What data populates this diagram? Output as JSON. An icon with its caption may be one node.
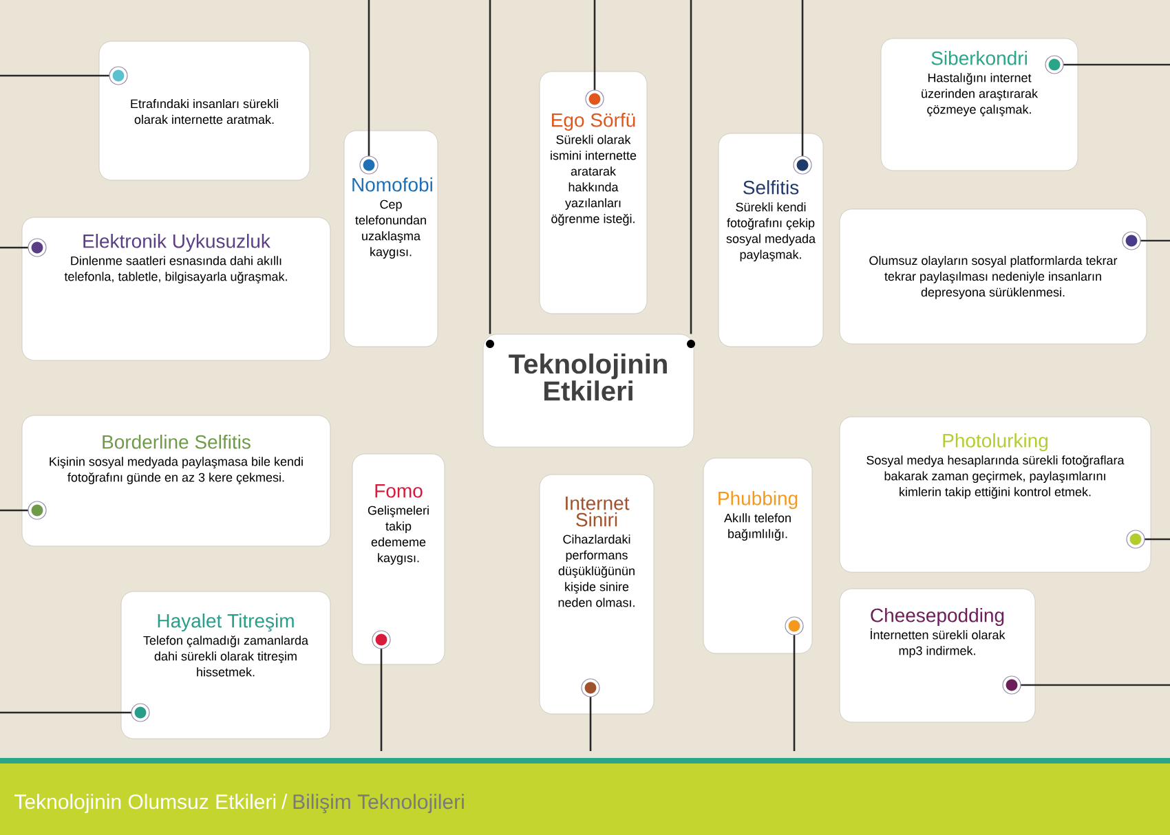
{
  "diagram": {
    "nodes": [
      {
        "text": [
          "Etrafındaki insanları sürekli olarak internette aratmak."
        ]
      },
      {
        "text": [
          "Nomofobi",
          "Cep telefonundan uzaklaşma kaygısı."
        ]
      },
      {
        "text": [
          "Ego Sörfü",
          "Sürekli olarak ismini internette aratarak hakkında yazılanları öğrenme isteği."
        ]
      },
      {
        "text": [
          "Selfitis",
          "Sürekli kendi fotoğrafını çekip sosyal medyada paylaşmak."
        ]
      },
      {
        "text": [
          "Siberkondri",
          "Hastalığını internet üzerinden araştırarak çözmeye çalışmak."
        ]
      },
      {
        "text": [
          "Elektronik Uykusuzluk",
          "Dinlenme saatleri esnasında dahi akıllı telefonla, tabletle, bilgisayarla uğraşmak."
        ]
      },
      {
        "text": [
          "Olumsuz olayların sosyal platformlarda tekrar tekrar paylaşılması nedeniyle insanların depresyona sürüklenmesi."
        ]
      },
      {
        "text": [
          "Teknolojinin Etkileri"
        ]
      },
      {
        "text": [
          "Borderline Selfitis",
          "Kişinin sosyal medyada paylaşmasa bile kendi fotoğrafını günde en az 3 kere çekmesi."
        ]
      },
      {
        "text": [
          "Fomo",
          "Gelişmeleri takip edememe kaygısı."
        ]
      },
      {
        "text": [
          "Internet Siniri",
          "Cihazlardaki performans düşüklüğünün kişide sinire neden olması."
        ]
      },
      {
        "text": [
          "Phubbing",
          "Akıllı telefon bağımlılığı."
        ]
      },
      {
        "text": [
          "Photolurking",
          "Sosyal medya hesaplarında sürekli fotoğraflara bakarak zaman geçirmek, paylaşımlarını kimlerin takip ettiğini kontrol etmek."
        ]
      },
      {
        "text": [
          "Hayalet Titreşim",
          "Telefon çalmadığı zamanlarda dahi sürekli olarak titreşim hissetmek."
        ]
      },
      {
        "text": [
          "Cheesepodding",
          "İnternetten sürekli olarak mp3 indirmek."
        ]
      }
    ],
    "edges": [
      {
        "from": null,
        "to": 0,
        "arrow": "none"
      },
      {
        "from": null,
        "to": 5,
        "arrow": "none"
      },
      {
        "from": null,
        "to": 8,
        "arrow": "none"
      },
      {
        "from": null,
        "to": 13,
        "arrow": "none"
      },
      {
        "from": null,
        "to": 1,
        "arrow": "none"
      },
      {
        "from": null,
        "to": 7,
        "arrow": "none"
      },
      {
        "from": null,
        "to": 2,
        "arrow": "none"
      },
      {
        "from": null,
        "to": 7,
        "arrow": "none"
      },
      {
        "from": null,
        "to": 3,
        "arrow": "none"
      },
      {
        "from": null,
        "to": 4,
        "arrow": "none"
      },
      {
        "from": null,
        "to": 6,
        "arrow": "none"
      },
      {
        "from": null,
        "to": 12,
        "arrow": "none"
      },
      {
        "from": null,
        "to": 14,
        "arrow": "none"
      },
      {
        "from": null,
        "to": 9,
        "arrow": "none"
      },
      {
        "from": null,
        "to": 10,
        "arrow": "none"
      },
      {
        "from": null,
        "to": 11,
        "arrow": "none"
      }
    ],
    "labels": [
      "Teknolojinin Olumsuz Etkileri",
      "/",
      "Bilişim Teknolojileri"
    ]
  }
}
